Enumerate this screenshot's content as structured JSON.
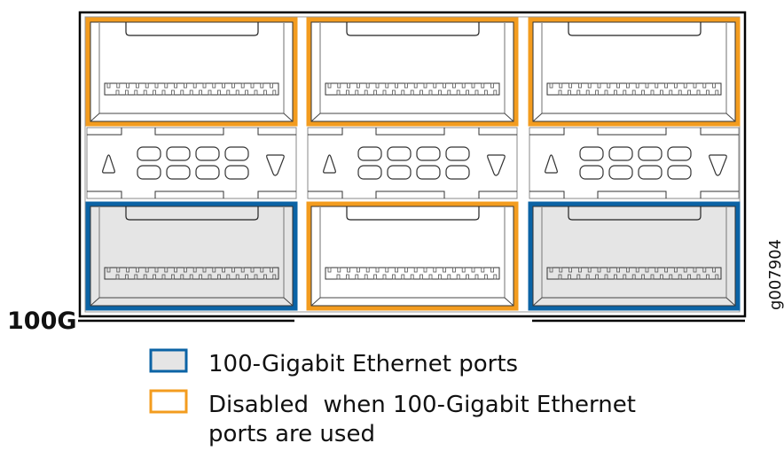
{
  "diagram": {
    "speed_label": "100G",
    "figure_id": "g007904",
    "colors": {
      "active_port": "#0b63a5",
      "disabled_port": "#f39c1f",
      "active_fill": "#e5e5e5",
      "disabled_fill": "#ffffff"
    },
    "ports": [
      {
        "column": 1,
        "row": "top",
        "type": "disabled"
      },
      {
        "column": 2,
        "row": "top",
        "type": "disabled"
      },
      {
        "column": 3,
        "row": "top",
        "type": "disabled"
      },
      {
        "column": 1,
        "row": "bottom",
        "type": "active"
      },
      {
        "column": 2,
        "row": "bottom",
        "type": "disabled"
      },
      {
        "column": 3,
        "row": "bottom",
        "type": "active"
      }
    ],
    "legend": [
      {
        "type": "active",
        "label": "100-Gigabit Ethernet ports"
      },
      {
        "type": "disabled",
        "label_line1": "Disabled  when 100-Gigabit Ethernet",
        "label_line2": "ports are used"
      }
    ]
  }
}
